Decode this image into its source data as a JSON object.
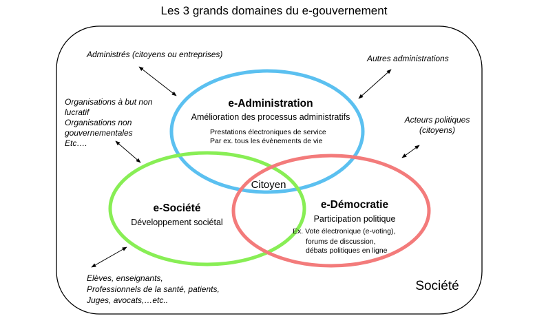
{
  "title": "Les 3 grands domaines du e-gouvernement",
  "colors": {
    "administration": "#5bc0f0",
    "societe": "#88ee55",
    "democratie": "#f37b7b"
  },
  "domains": {
    "administration": {
      "name": "e-Administration",
      "subtitle": "Amélioration des processus administratifs",
      "details": [
        "Prestations électroniques de service",
        "Par ex. tous les évènements de vie"
      ]
    },
    "societe": {
      "name": "e-Société",
      "subtitle": "Développement sociétal"
    },
    "democratie": {
      "name": "e-Démocratie",
      "subtitle": "Participation politique",
      "details": [
        "Ex. Vote électronique (e-voting),",
        "forums de discussion,",
        "débats politiques en ligne"
      ]
    }
  },
  "center": "Citoyen",
  "frame_label": "Société",
  "actors": {
    "administres": "Administrés (citoyens ou entreprises)",
    "autres": "Autres administrations",
    "organisations": [
      "Organisations à but non",
      "lucratif",
      "Organisations non",
      "gouvernementales",
      "Etc…."
    ],
    "politiques": [
      "Acteurs politiques",
      "(citoyens)"
    ],
    "societe": [
      "Elèves, enseignants,",
      "Professionnels de la santé, patients,",
      "Juges, avocats,…etc.."
    ]
  }
}
